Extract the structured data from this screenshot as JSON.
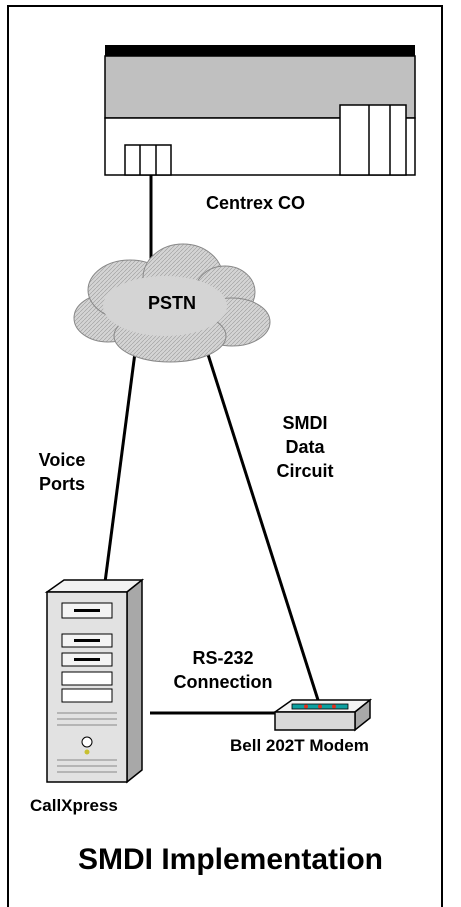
{
  "title": "SMDI Implementation",
  "nodes": {
    "centrex": "Centrex CO",
    "pstn": "PSTN",
    "callxpress": "CallXpress",
    "modem": "Bell 202T Modem"
  },
  "links": {
    "voice_ports": [
      "Voice",
      "Ports"
    ],
    "smdi_data_circuit": [
      "SMDI",
      "Data",
      "Circuit"
    ],
    "rs232": [
      "RS-232",
      "Connection"
    ]
  },
  "colors": {
    "cloud": "#d6d6d6",
    "building_fill": "#c0c0c0",
    "server": "#e0e0e0",
    "modem_led_red": "#e03020",
    "modem_led_teal": "#10a0a0",
    "line": "#000000"
  }
}
